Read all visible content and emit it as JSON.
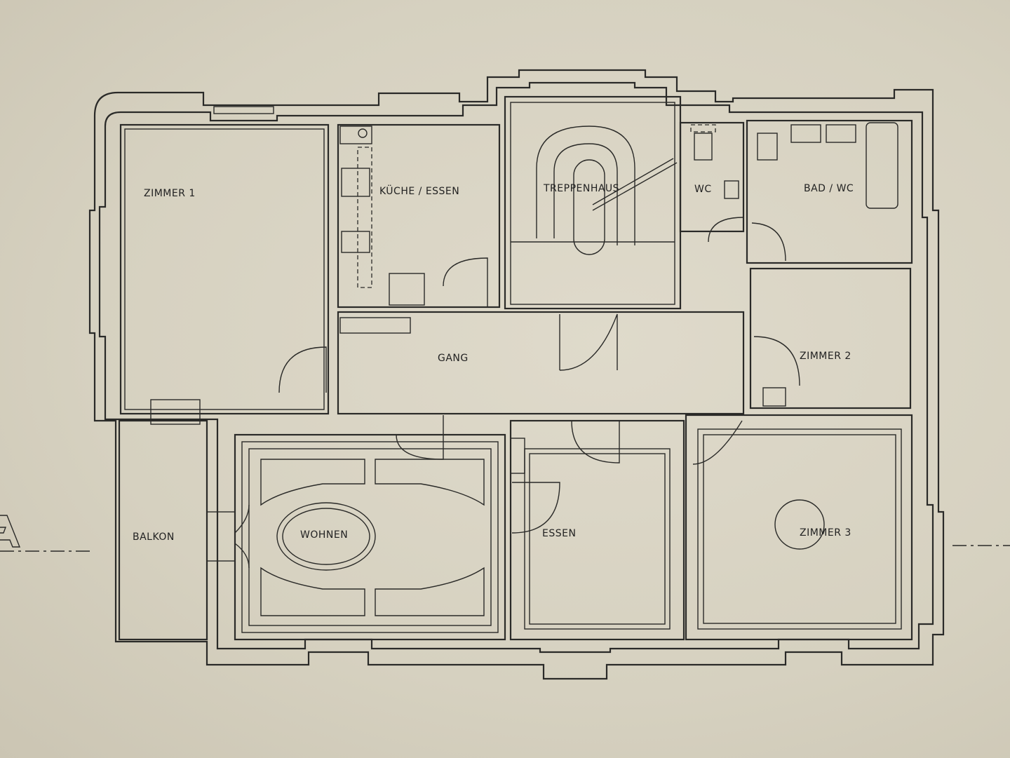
{
  "plan": {
    "section_marker": "A",
    "rooms": {
      "zimmer1": "ZIMMER 1",
      "kueche": "KÜCHE / ESSEN",
      "treppenhaus": "TREPPENHAUS",
      "wc": "WC",
      "bad": "BAD / WC",
      "gang": "GANG",
      "zimmer2": "ZIMMER 2",
      "balkon": "BALKON",
      "wohnen": "WOHNEN",
      "essen": "ESSEN",
      "zimmer3": "ZIMMER 3"
    }
  },
  "colors": {
    "paper": "#d9d4c4",
    "ink": "#2a2a28"
  }
}
